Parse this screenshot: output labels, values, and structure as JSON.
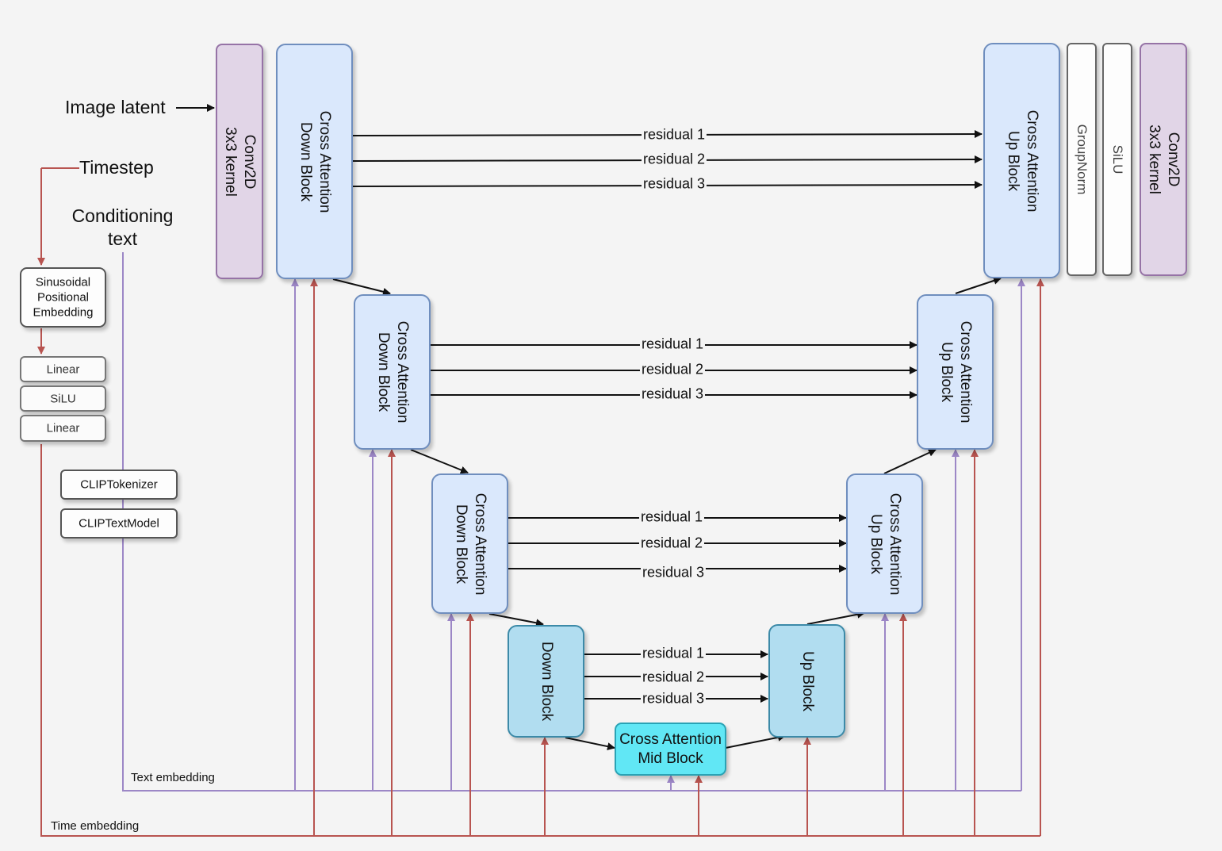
{
  "inputs": {
    "image_latent": "Image latent",
    "timestep": "Timestep",
    "conditioning_text": "Conditioning\ntext"
  },
  "time_branch": {
    "sinusoidal": "Sinusoidal\nPositional\nEmbedding",
    "linear_1": "Linear",
    "silu": "SiLU",
    "linear_2": "Linear"
  },
  "text_branch": {
    "tokenizer": "CLIPTokenizer",
    "text_model": "CLIPTextModel"
  },
  "embeddings": {
    "text": "Text embedding",
    "time": "Time embedding"
  },
  "encoder": {
    "conv_in": "Conv2D\n3x3 kernel",
    "down_1": "Cross Attention\nDown Block",
    "down_2": "Cross Attention\nDown Block",
    "down_3": "Cross Attention\nDown Block",
    "down_4": "Down Block"
  },
  "mid": {
    "block": "Cross Attention\nMid Block"
  },
  "decoder": {
    "up_1": "Cross Attention\nUp Block",
    "up_2": "Cross Attention\nUp Block",
    "up_3": "Cross Attention\nUp Block",
    "up_4": "Up Block",
    "group_norm": "GroupNorm",
    "silu": "SiLU",
    "conv_out": "Conv2D\n3x3 kernel"
  },
  "residuals": {
    "level_1": [
      "residual 1",
      "residual 2",
      "residual 3"
    ],
    "level_2": [
      "residual 1",
      "residual 2",
      "residual 3"
    ],
    "level_3": [
      "residual 1",
      "residual 2",
      "residual 3"
    ],
    "level_4": [
      "residual 1",
      "residual 2",
      "residual 3"
    ]
  },
  "colors": {
    "text_line": "#9c87c6",
    "time_line": "#b85450",
    "arrow": "#111111",
    "cross_attention_block": "#dae8fc",
    "plain_block": "#b1ddf0",
    "mid_block": "#61e7f5",
    "conv_block": "#e1d5e7"
  }
}
